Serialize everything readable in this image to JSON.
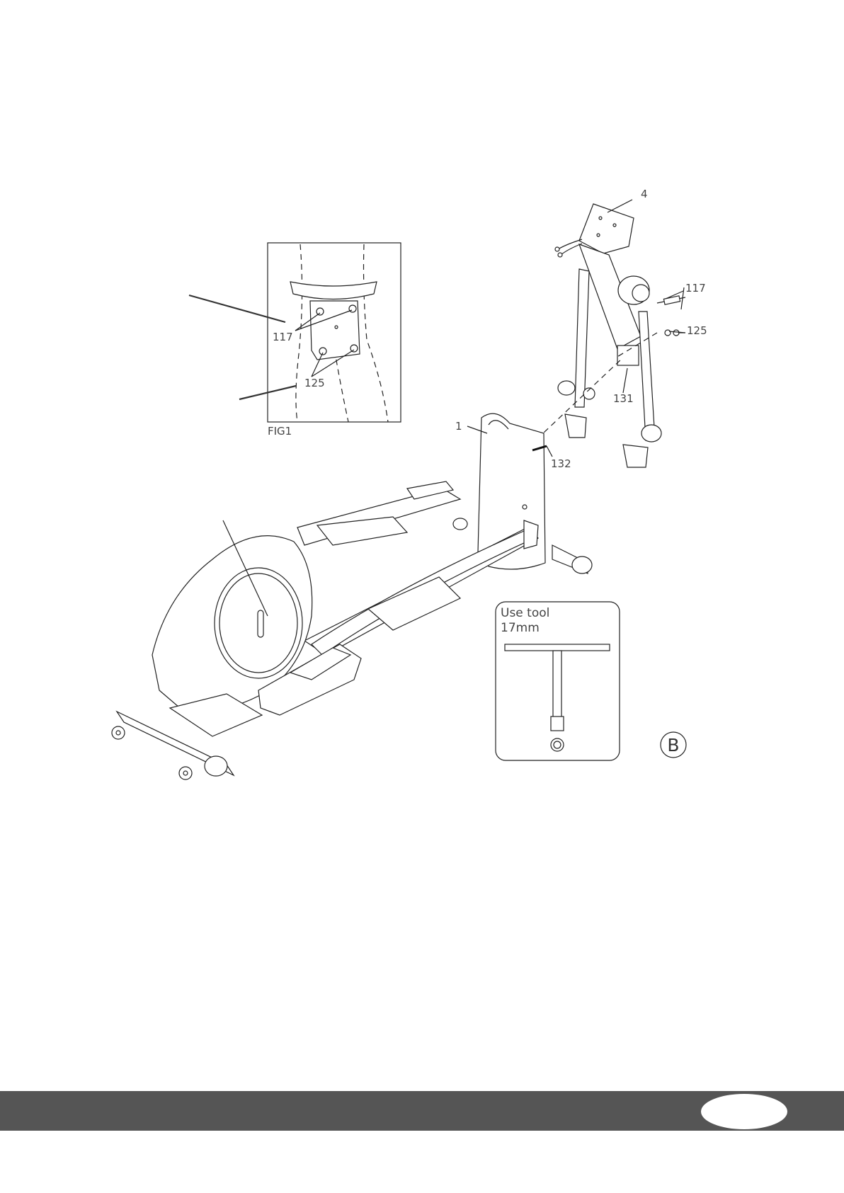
{
  "colors": {
    "footer": "#555555",
    "line": "#222222",
    "label": "#444444"
  },
  "labels": {
    "part_4": "4",
    "part_117_right": "117",
    "part_125_right": "125",
    "part_131": "131",
    "part_1": "1",
    "part_132": "132",
    "fig_117": "117",
    "fig_125": "125",
    "fig_caption": "FIG1"
  },
  "tool_box": {
    "line1": "Use  tool",
    "line2": "17mm"
  },
  "step_marker": "B"
}
